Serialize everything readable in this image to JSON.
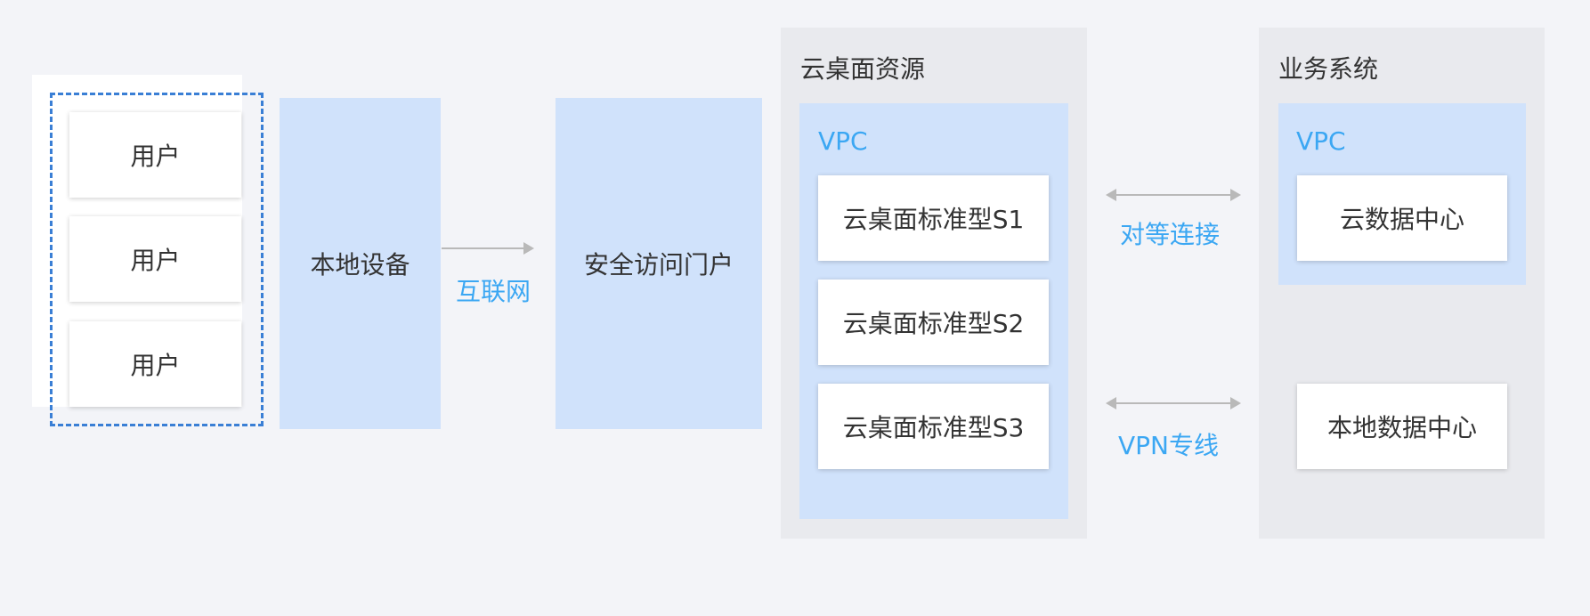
{
  "users": {
    "items": [
      "用户",
      "用户",
      "用户"
    ]
  },
  "local_device": {
    "label": "本地设备"
  },
  "internet": {
    "label": "互联网"
  },
  "portal": {
    "label": "安全访问门户"
  },
  "cloud_desktop": {
    "title": "云桌面资源",
    "vpc_label": "VPC",
    "items": [
      "云桌面标准型S1",
      "云桌面标准型S2",
      "云桌面标准型S3"
    ]
  },
  "peering": {
    "label": "对等连接"
  },
  "vpn": {
    "label": "VPN专线"
  },
  "business": {
    "title": "业务系统",
    "vpc_label": "VPC",
    "cloud_dc": "云数据中心",
    "local_dc": "本地数据中心"
  },
  "colors": {
    "background": "#f3f4f8",
    "light_blue": "#d0e2fb",
    "panel_gray": "#e9eaee",
    "accent_blue": "#3ba7f3",
    "dashed_blue": "#3a7fd5",
    "arrow_gray": "#b9b9b9"
  }
}
